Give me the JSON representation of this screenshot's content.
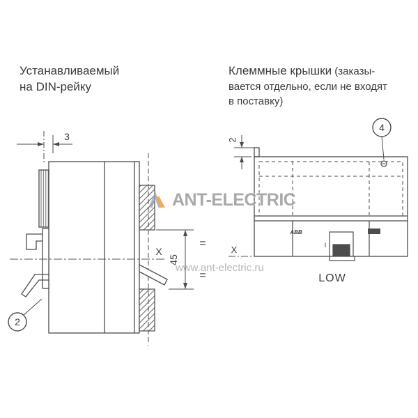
{
  "headings": {
    "left": {
      "line1": "Устанавливаемый",
      "line2": "на DIN-рейку"
    },
    "right": {
      "title": "Клеммные крышки",
      "paren_start": " (заказы-",
      "line2": "вается отдельно, если не входят",
      "line3": "в поставку)"
    }
  },
  "left_view": {
    "dim_gap": "3",
    "dim_height": "45",
    "axis": "X",
    "eq_top": "=",
    "eq_bottom": "=",
    "callout": "2"
  },
  "right_view": {
    "dim_gap": "2",
    "axis": "X",
    "callout": "4",
    "brand": "ABB",
    "on_mark": "I",
    "low": "LOW"
  },
  "watermark": {
    "name": "ANT-ELECTRIC",
    "site": "www.ant-electric.ru"
  },
  "colors": {
    "line": "#4a4a4a",
    "text": "#3a3a3a",
    "brand_red": "#d0021b",
    "watermark_gray": "#9b9b9b",
    "logo_orange": "#f2981d"
  }
}
